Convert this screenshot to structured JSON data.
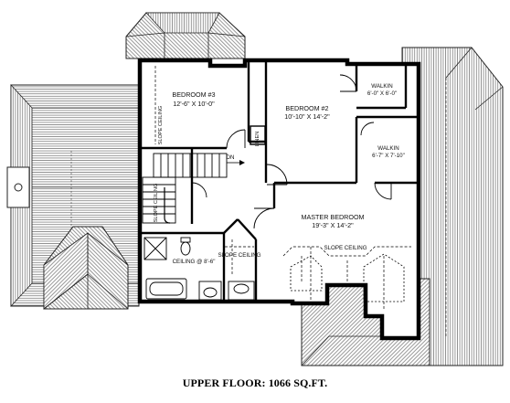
{
  "caption": "UPPER FLOOR: 1066 SQ.FT.",
  "rooms": {
    "bedroom3": {
      "name": "BEDROOM #3",
      "size": "12'-6\" X 10'-0\""
    },
    "bedroom2": {
      "name": "BEDROOM #2",
      "size": "10'-10\" X 14'-2\""
    },
    "walkin1": {
      "name": "WALKIN",
      "size": "6'-0\" X 6'-0\""
    },
    "walkin2": {
      "name": "WALKIN",
      "size": "6'-7\" X 7'-10\""
    },
    "master": {
      "name": "MASTER BEDROOM",
      "size": "19'-3\" X 14'-2\""
    }
  },
  "notes": {
    "slope_ceiling_bed3": "SLOPE CEILING",
    "slope_ceiling_master": "SLOPE CEILING",
    "slope_ceiling_hall": "SLOPE CEILING",
    "slope_ceiling_stair": "SLOPE CEILING",
    "linen": "LINEN",
    "dn": "DN",
    "ceiling_bath": "CEILING @ 8'-6\""
  }
}
